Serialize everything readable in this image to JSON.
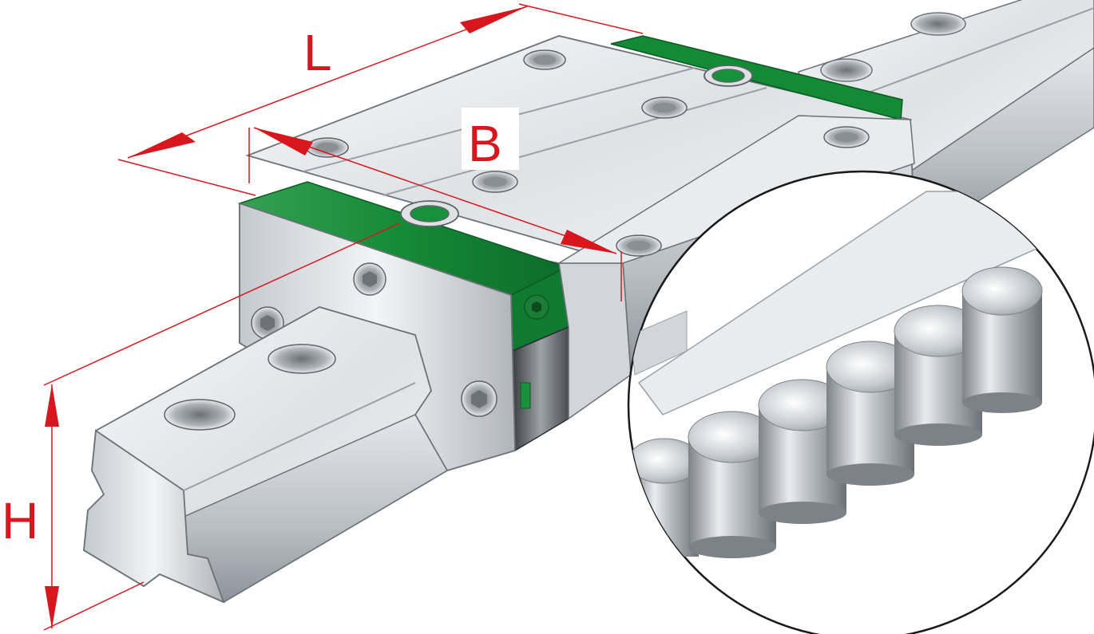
{
  "figure": {
    "subject": "linear-guide-carriage-on-rail",
    "dimension_labels": {
      "length": "L",
      "width": "B",
      "height": "H"
    },
    "colors": {
      "dimension": "#d7161e",
      "seal": "#17913a",
      "steel": "#c9cdd2"
    }
  }
}
